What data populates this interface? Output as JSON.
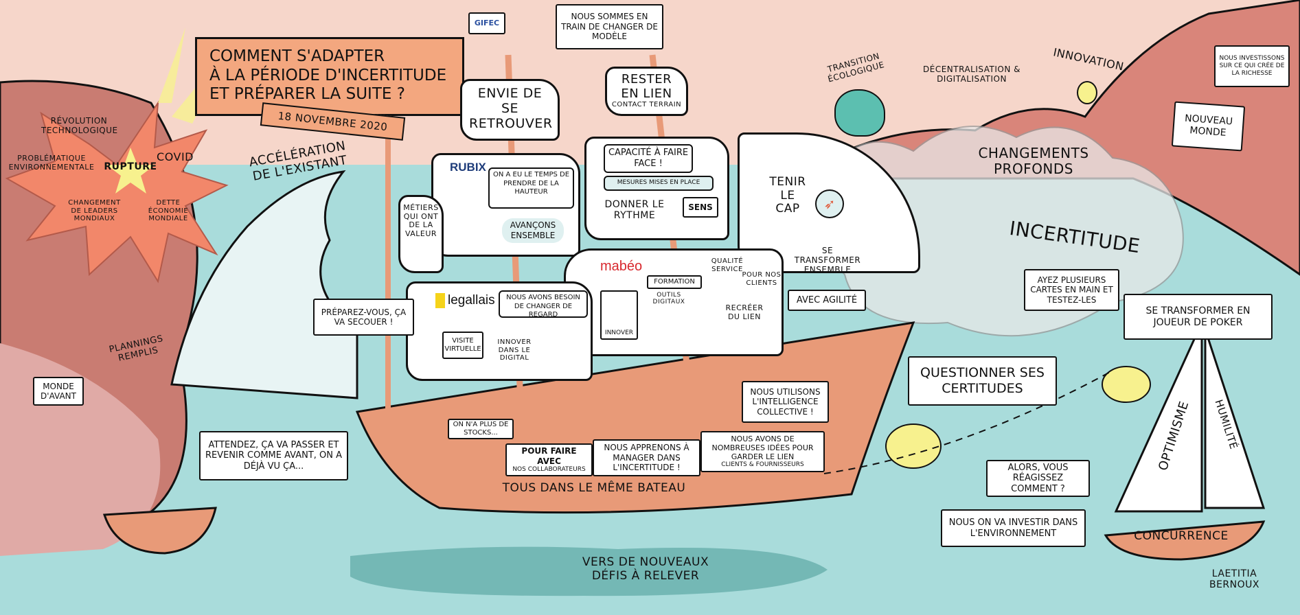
{
  "title": {
    "line1": "Comment s'adapter",
    "line2": "à la période d'incertitude",
    "line3": "et préparer la suite ?",
    "date": "18 novembre 2020"
  },
  "logos": {
    "gifec": "GIFEC",
    "rubix": "RUBIX",
    "sens": "SENS",
    "legallais": "legallais",
    "mabeo": "mabéo"
  },
  "explosion": {
    "center": "Rupture",
    "items": [
      "Révolution technologique",
      "Problématique environnementale",
      "Covid",
      "Changement de leaders mondiaux",
      "Dette économie mondiale"
    ]
  },
  "left": {
    "acceleration": "Accélération de l'existant",
    "plannings": "Plannings remplis",
    "monde_avant": "Monde d'avant",
    "attendez": "Attendez, ça va passer et revenir comme avant, on a déjà vu ça..."
  },
  "ship": {
    "lookout": "Nous sommes en train de changer de modèle",
    "envie": "Envie de se retrouver",
    "rester_title": "Rester en lien",
    "rester_sub": "contact terrain",
    "rubix_quote": "On a eu le temps de prendre de la hauteur",
    "avancons": "Avançons ensemble",
    "metiers": "Métiers qui ont de la valeur",
    "capacite": "Capacité à faire face !",
    "mesures": "Mesures mises en place",
    "rythme": "Donner le rythme",
    "tenir": "Tenir le cap",
    "se_transformer": "Se transformer ensemble",
    "legallais_quote": "Nous avons besoin de changer de regard",
    "visite": "Visite virtuelle",
    "innover_digital": "Innover dans le digital",
    "formation": "Formation",
    "outils": "Outils digitaux",
    "innover": "Innover",
    "qualite": "Qualité service",
    "pour_clients": "pour nos clients",
    "recreer": "Recréer du lien",
    "agilite": "Avec agilité",
    "preparez": "Préparez-vous, ça va secouer !",
    "stocks": "On n'a plus de stocks...",
    "collaborateurs_1": "Pour faire avec",
    "collaborateurs_2": "nos collaborateurs",
    "apprenons": "Nous apprenons à manager dans l'incertitude !",
    "idees_1": "Nous avons de nombreuses idées pour garder le lien",
    "idees_2": "clients & fournisseurs",
    "intelligence": "Nous utilisons l'intelligence collective !",
    "bateau": "Tous dans le même bateau"
  },
  "right": {
    "transition": "Transition écologique",
    "decentralisation": "Décentralisation & digitalisation",
    "innovation": "Innovation",
    "investissons": "Nous investissons sur ce qui crée de la richesse",
    "nouveau_monde": "Nouveau monde",
    "changements": "Changements profonds",
    "incertitude": "Incertitude",
    "cartes": "Ayez plusieurs cartes en main et testez-les",
    "poker": "Se transformer en joueur de poker",
    "questionner": "Questionner ses certitudes",
    "optimisme": "Optimisme",
    "humilite": "Humilité",
    "concurrence": "Concurrence",
    "reagissez": "Alors, vous réagissez comment ?",
    "investir": "Nous on va investir dans l'environnement"
  },
  "bottom": {
    "defis": "Vers de nouveaux défis à relever",
    "author": "Laetitia Bernoux"
  },
  "colors": {
    "sky": "#f6d6ca",
    "sea": "#a9dcdb",
    "hull": "#e89a78",
    "explosion": "#f2876a",
    "star": "#f7f18e",
    "cliff": "#d9857a"
  }
}
